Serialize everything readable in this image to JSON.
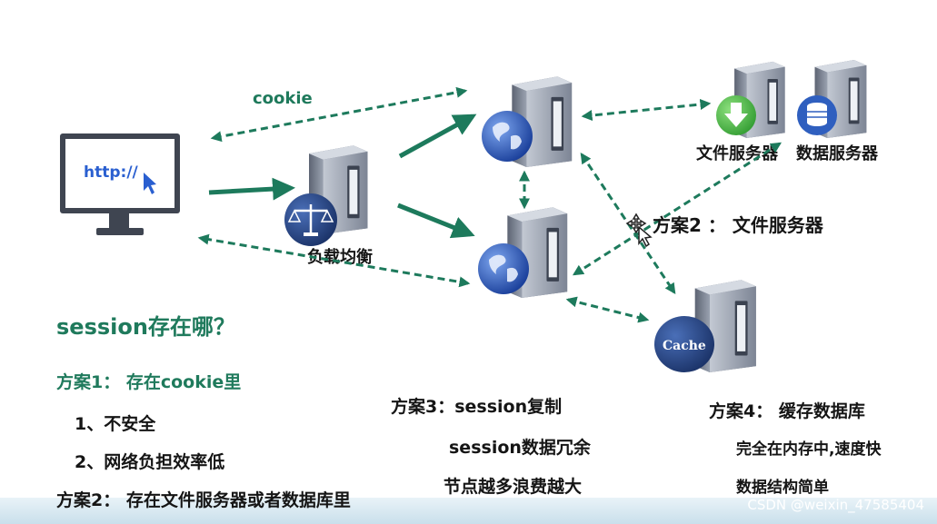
{
  "labels": {
    "cookie": "cookie",
    "browser_url": "http://",
    "load_balancer": "负载均衡",
    "file_server": "文件服务器",
    "db_server": "数据服务器",
    "cache": "Cache",
    "plan2_file_server": "方案2 ： 文件服务器"
  },
  "notes": {
    "question": "session存在哪？",
    "plan1_title": "方案1： 存在cookie里",
    "plan1_item1": "1、不安全",
    "plan1_item2": "2、网络负担效率低",
    "plan2_full": "方案2： 存在文件服务器或者数据库里",
    "plan3_title": "方案3：session复制",
    "plan3_line1": "session数据冗余",
    "plan3_line2": "节点越多浪费越大",
    "plan4_title": "方案4： 缓存数据库",
    "plan4_line1": "完全在内存中,速度快",
    "plan4_line2": "数据结构简单"
  },
  "watermark": "CSDN @weixin_47585404",
  "colors": {
    "arrow": "#1d7a5c",
    "server_body": "#8b93a3",
    "globe": "#2a55b5",
    "balance_circle": "#1e3a73",
    "cache_circle": "#1e3a73",
    "download_icon": "#3aa83a",
    "db_icon": "#2f6fd1"
  }
}
